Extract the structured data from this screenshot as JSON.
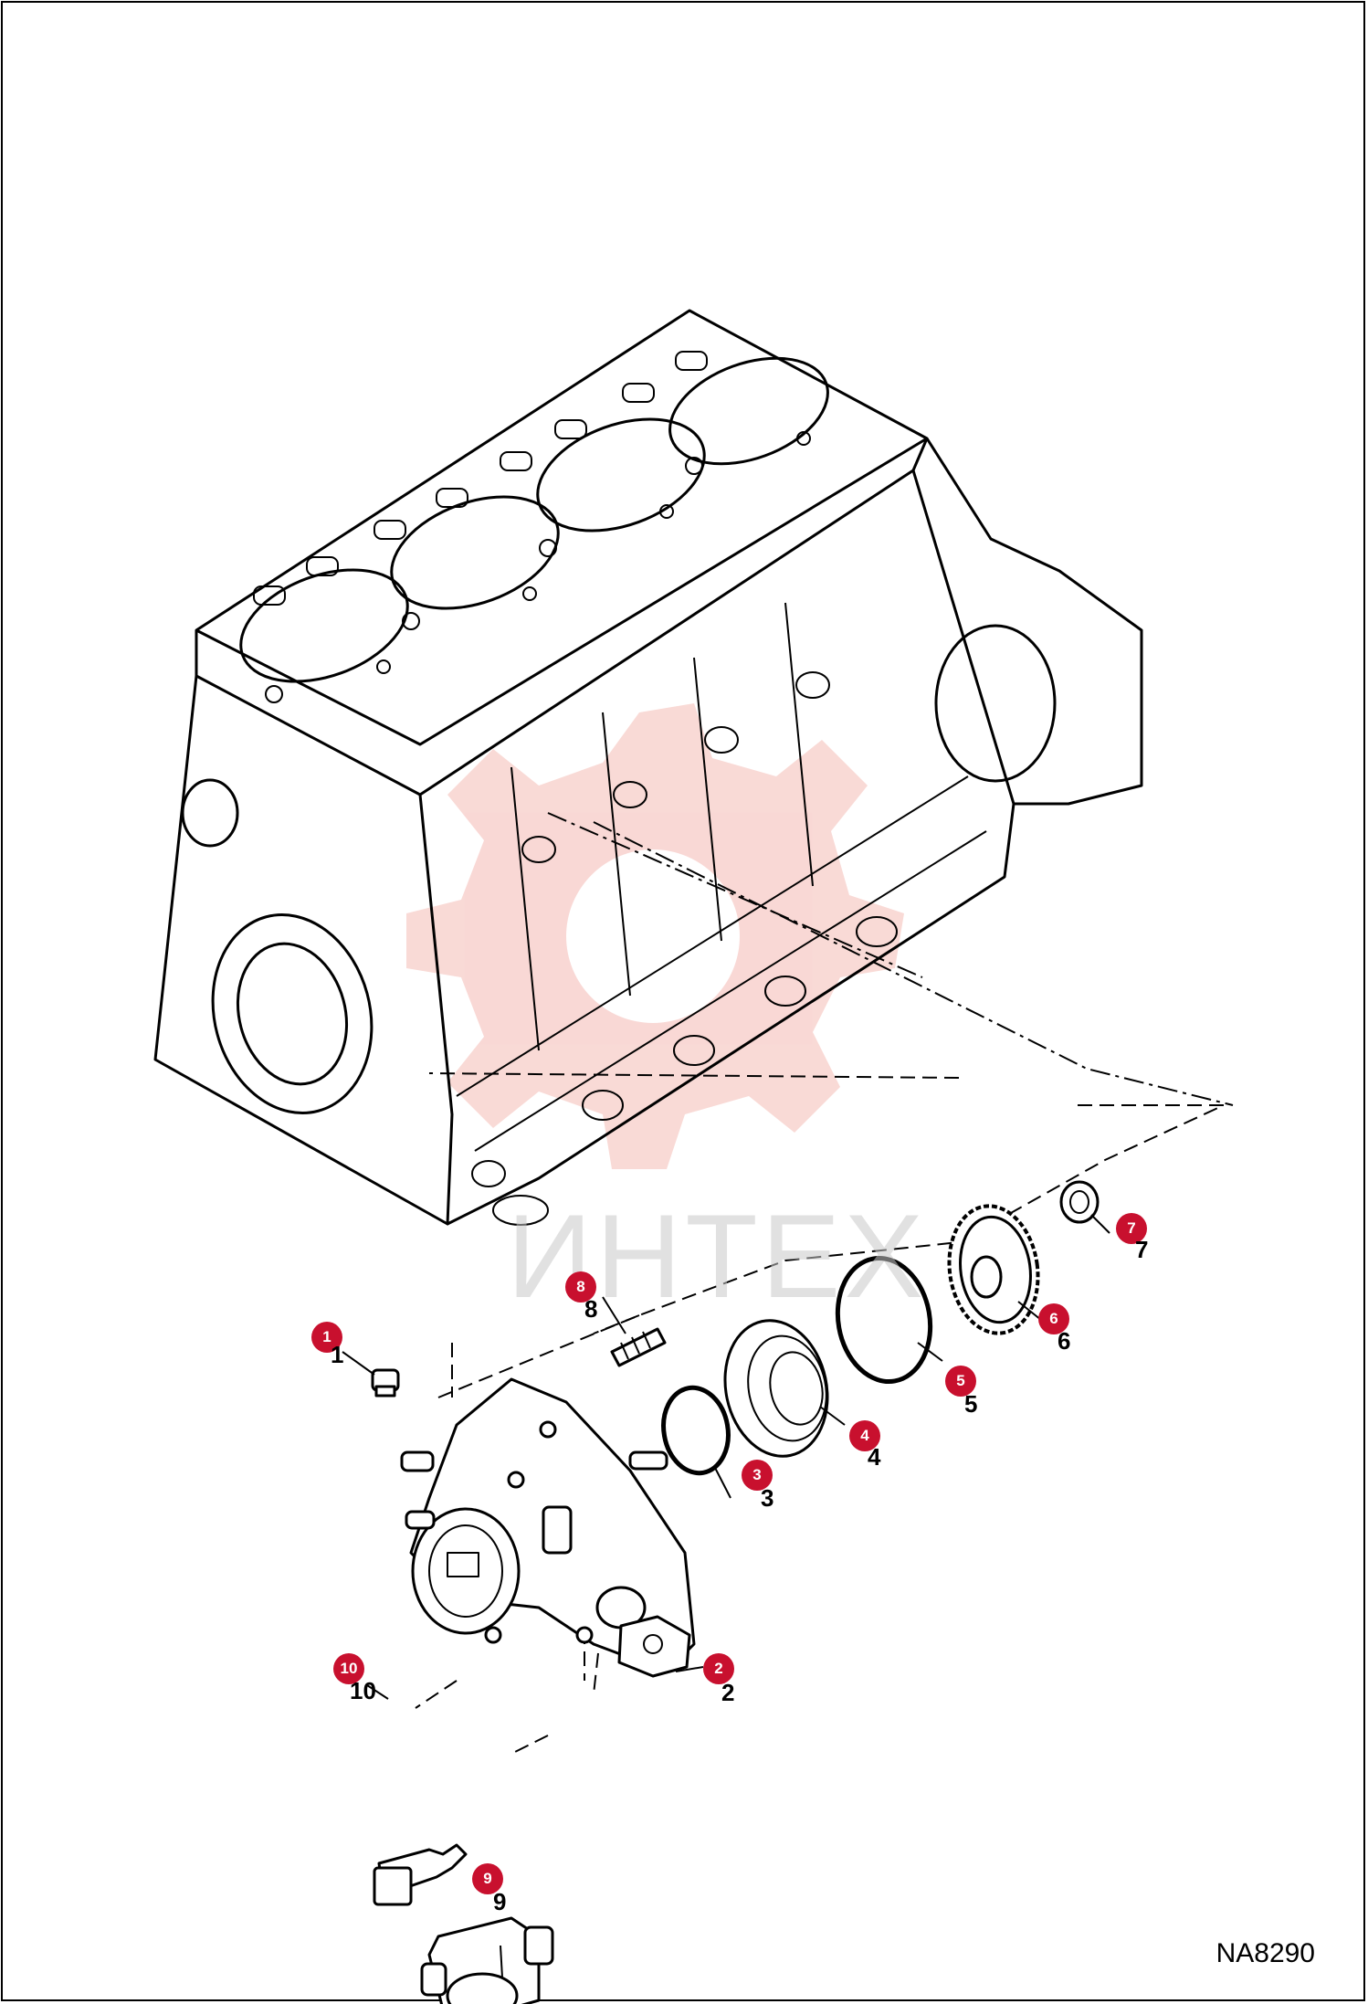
{
  "diagram": {
    "reference_code": "NA8290",
    "watermark_text": "ИНТЕХ",
    "callout_color": "#c8102e",
    "callouts": [
      {
        "id": "1",
        "label": "1"
      },
      {
        "id": "2",
        "label": "2"
      },
      {
        "id": "3",
        "label": "3"
      },
      {
        "id": "4",
        "label": "4"
      },
      {
        "id": "5",
        "label": "5"
      },
      {
        "id": "6",
        "label": "6"
      },
      {
        "id": "7",
        "label": "7"
      },
      {
        "id": "8",
        "label": "8"
      },
      {
        "id": "9",
        "label": "9"
      },
      {
        "id": "10",
        "label": "10"
      }
    ],
    "part_numbers": [
      "1",
      "2",
      "3",
      "4",
      "5",
      "6",
      "7",
      "8",
      "9",
      "10"
    ]
  }
}
